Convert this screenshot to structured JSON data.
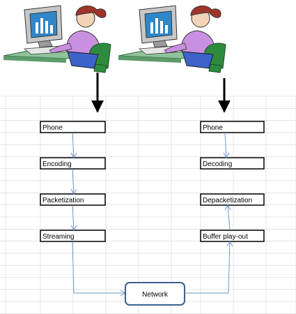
{
  "sender": {
    "steps": [
      "Phone",
      "Encoding",
      "Packetization",
      "Streaming"
    ]
  },
  "receiver": {
    "steps": [
      "Phone",
      "Decoding",
      "Depacketization",
      "Buffer play-out"
    ]
  },
  "network": {
    "label": "Network"
  },
  "colors": {
    "grid": "#d4d4d4",
    "flow_arrow": "#6f96cc",
    "network_border": "#3d5f8a",
    "monitor_screen": "#2f86c8",
    "shirt": "#c98fe0",
    "hair": "#a0342a",
    "chair": "#2e8b3e",
    "desk": "#8fc49a"
  },
  "icons": [
    "user-at-computer-icon",
    "user-at-computer-icon"
  ]
}
